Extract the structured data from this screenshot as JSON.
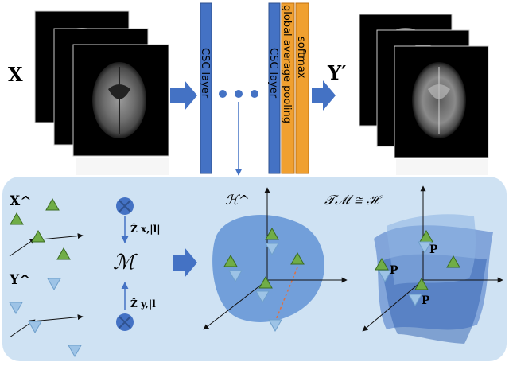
{
  "top": {
    "input_label": "X",
    "output_label": "Y′",
    "layers": {
      "csc_first": "CSC layer",
      "csc_last": "CSC layer",
      "gap": "global average pooling",
      "softmax": "softmax"
    }
  },
  "bottom": {
    "x_label": "X^",
    "y_label": "Y^",
    "z_x_label": "Ẑ x,|l|",
    "z_y_label": "Ẑ y,|l",
    "manifold_label": "ℳ",
    "hilbert_label": "ℋ^",
    "tangent_label": "𝒯ℳ ≅ ℋ",
    "p_labels": [
      "P",
      "P",
      "P"
    ]
  },
  "colors": {
    "panel_bg": "#cfe2f3",
    "layer_blue": "#4472c4",
    "layer_orange": "#f0a030",
    "arrow_blue": "#4472c4",
    "green_marker": "#70ad47",
    "cyan_marker": "#9dc3e6",
    "blob_blue": "#6d9bd8"
  }
}
